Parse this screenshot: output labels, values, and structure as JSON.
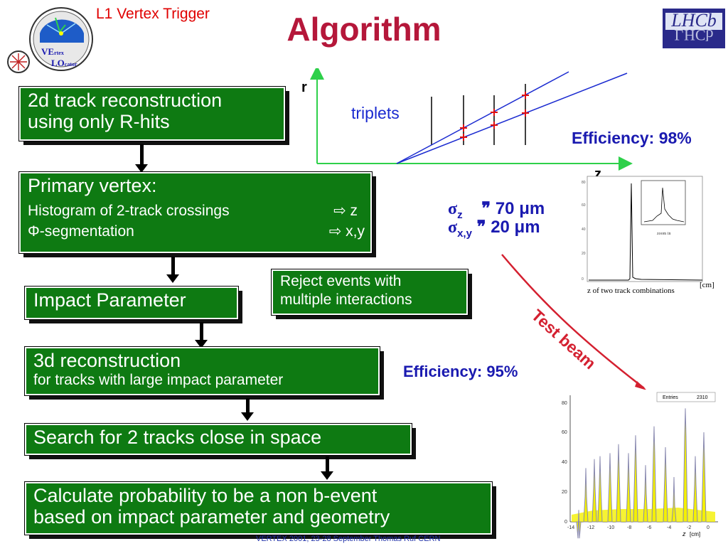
{
  "header": {
    "subtitle": "L1 Vertex Trigger",
    "title": "Algorithm",
    "logo_text_left_1": "VE",
    "logo_text_left_1b": "rtex",
    "logo_text_left_2": "LO",
    "logo_text_left_2b": "cator",
    "logo_text_right": "LHCb"
  },
  "boxes": {
    "b1_line1": "2d track reconstruction",
    "b1_line2": "using only R-hits",
    "b2_title": "Primary vertex:",
    "b2_row1_left": "Histogram of 2-track crossings",
    "b2_row1_right": "⇨ z",
    "b2_row2_left": "Φ-segmentation",
    "b2_row2_right": "⇨ x,y",
    "b3": "Impact Parameter",
    "b4_line1": "3d reconstruction",
    "b4_line2": "for tracks with large impact parameter",
    "b5": "Search for 2 tracks close in space",
    "b6_line1": "Calculate probability to be a non b-event",
    "b6_line2": "based on impact parameter and geometry",
    "reject_line1": "Reject events with",
    "reject_line2": "multiple interactions"
  },
  "diagram": {
    "r_label": "r",
    "z_label": "z",
    "triplets_label": "triplets",
    "efficiency1": "Efficiency: 98%",
    "efficiency2": "Efficiency: 95%",
    "sigma_z": "σ",
    "sigma_z_sub": "z",
    "sigma_z_value": "70 μm",
    "sigma_xy": "σ",
    "sigma_xy_sub": "x,y",
    "sigma_xy_value": "20 μm",
    "quote_mark": "❞",
    "test_beam": "Test beam"
  },
  "plot1": {
    "xlabel": "z of two track combinations",
    "unit": "[cm]",
    "inset_label": "zoom in"
  },
  "plot2": {
    "entries_label": "Entries",
    "entries_value": "2310",
    "xlabel": "z",
    "unit": "[cm]",
    "yticks": [
      "80",
      "60",
      "40",
      "20",
      "0"
    ],
    "xticks": [
      "-14",
      "-12",
      "-10",
      "-8",
      "-6",
      "-4",
      "-2",
      "0"
    ]
  },
  "footer": {
    "text": "VERTEX 2001, 23-28 September    Thomas Ruf    CERN"
  },
  "colors": {
    "box_green": "#0e7a12",
    "title_red": "#b5173a",
    "accent_blue": "#1a1ab0",
    "test_beam_red": "#d42030"
  }
}
